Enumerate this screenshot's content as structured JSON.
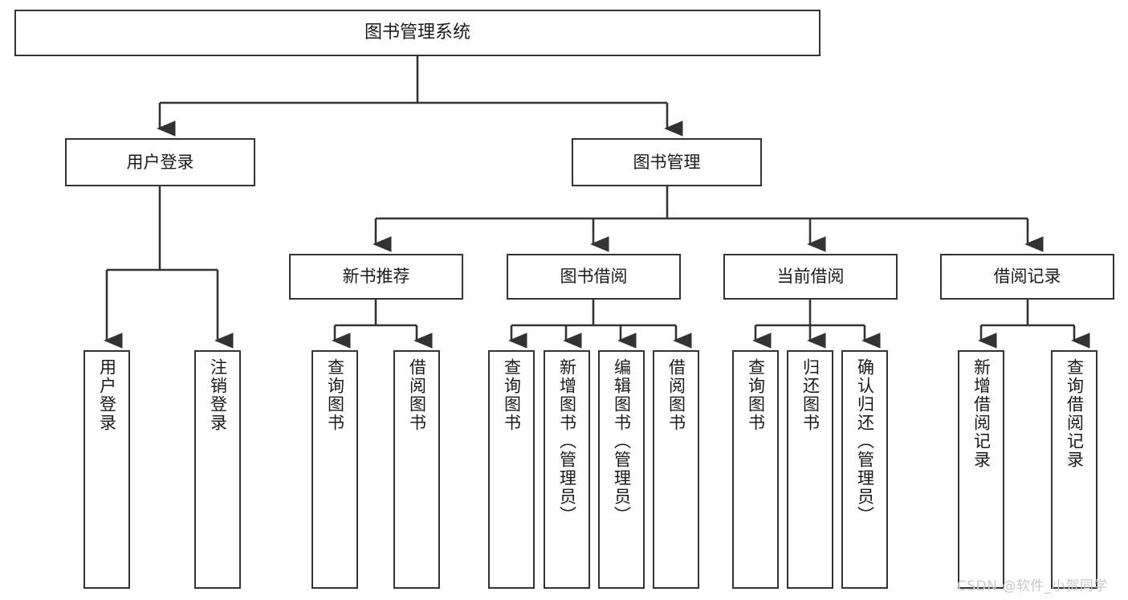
{
  "diagram": {
    "type": "tree-hierarchy",
    "title": "图书管理系统",
    "watermark": "CSDN @软件_小贺同学",
    "colors": {
      "box_border": "#333333",
      "box_fill": "#ffffff",
      "edge": "#333333",
      "text": "#1a1a1a",
      "watermark": "#c9c9c9",
      "background": "#ffffff"
    },
    "nodes": {
      "root": {
        "label": "图书管理系统"
      },
      "level1": [
        {
          "label": "用户登录"
        },
        {
          "label": "图书管理"
        }
      ],
      "level2": [
        {
          "label": "新书推荐"
        },
        {
          "label": "图书借阅"
        },
        {
          "label": "当前借阅"
        },
        {
          "label": "借阅记录"
        }
      ],
      "leaves_user_login": [
        {
          "label": "用户登录"
        },
        {
          "label": "注销登录"
        }
      ],
      "leaves_new_book": [
        {
          "label": "查询图书"
        },
        {
          "label": "借阅图书"
        }
      ],
      "leaves_borrow": [
        {
          "label": "查询图书"
        },
        {
          "label": "新增图书（管理员）"
        },
        {
          "label": "编辑图书（管理员）"
        },
        {
          "label": "借阅图书"
        }
      ],
      "leaves_current": [
        {
          "label": "查询图书"
        },
        {
          "label": "归还图书"
        },
        {
          "label": "确认归还（管理员）"
        }
      ],
      "leaves_records": [
        {
          "label": "新增借阅记录"
        },
        {
          "label": "查询借阅记录"
        }
      ]
    }
  }
}
